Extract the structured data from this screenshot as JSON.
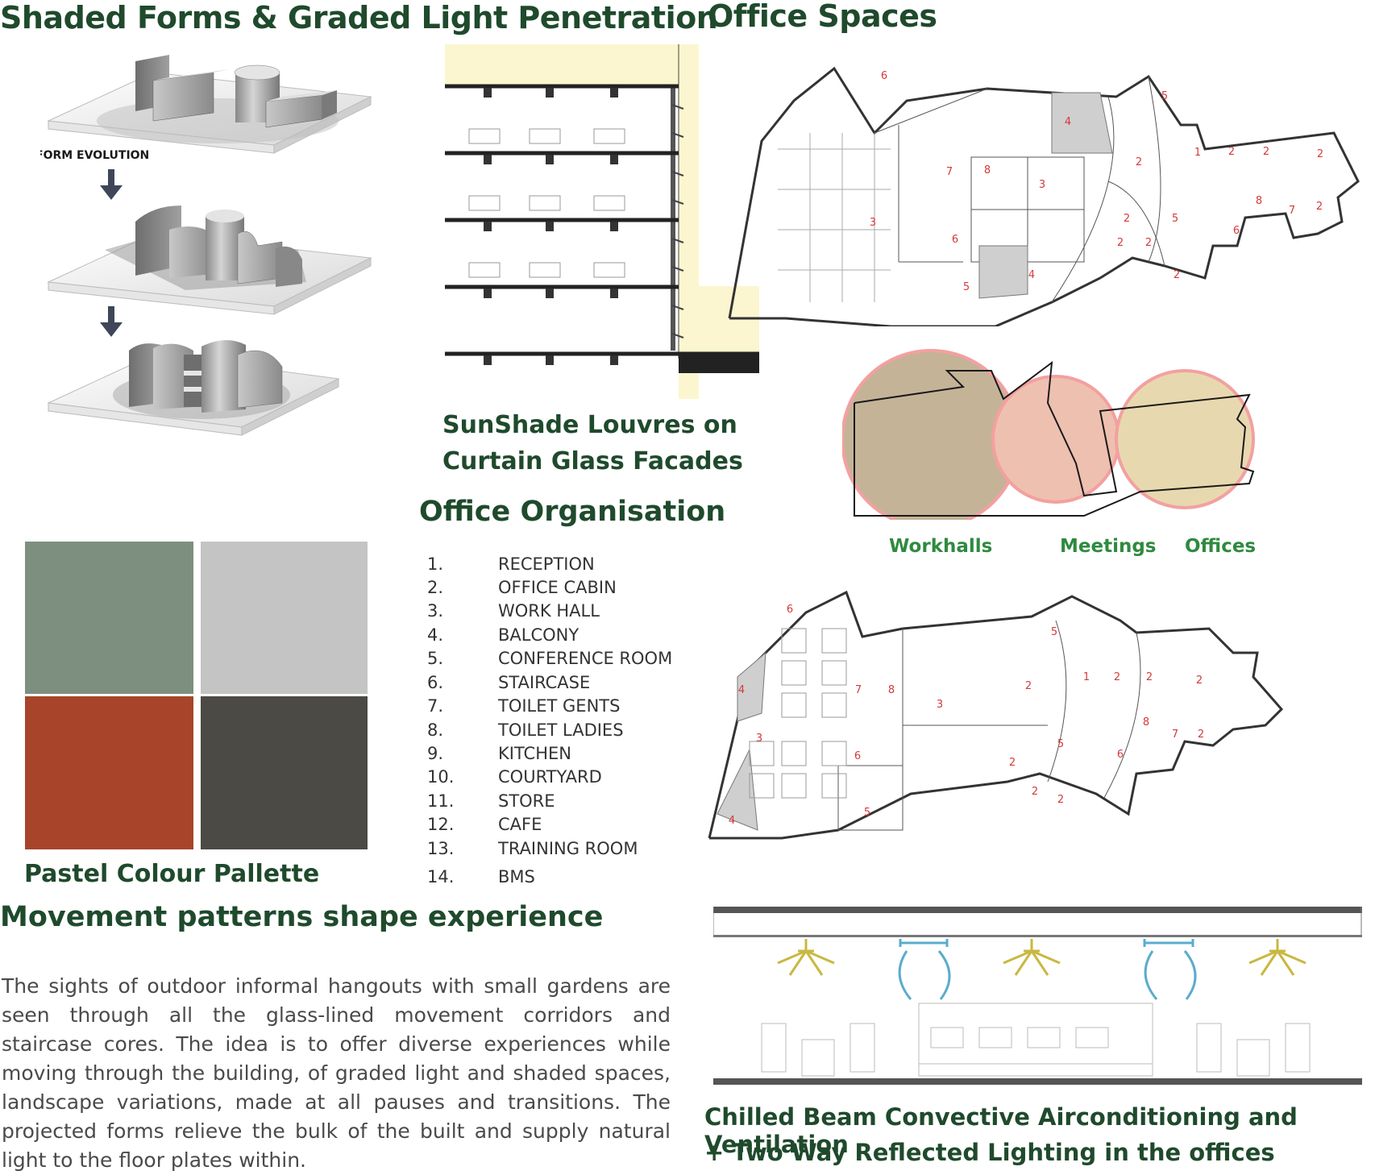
{
  "headings": {
    "shaded_forms": "Shaded Forms & Graded Light Penetration",
    "office_spaces": "Office Spaces",
    "form_evolution": "FORM EVOLUTION",
    "louvres": [
      "SunShade Louvres on",
      "Curtain Glass Facades"
    ],
    "office_org": "Office Organisation",
    "palette": "Pastel Colour Pallette",
    "movement": "Movement patterns shape experience",
    "chilled": [
      "Chilled Beam Convective Airconditioning and Ventilation",
      "+ Two Way Reflected Lighting in the offices"
    ]
  },
  "zones": [
    "Workhalls",
    "Meetings",
    "Offices"
  ],
  "org_list": [
    {
      "num": "1.",
      "label": "RECEPTION"
    },
    {
      "num": "2.",
      "label": "OFFICE CABIN"
    },
    {
      "num": "3.",
      "label": "WORK HALL"
    },
    {
      "num": "4.",
      "label": "BALCONY"
    },
    {
      "num": "5.",
      "label": "CONFERENCE ROOM"
    },
    {
      "num": "6.",
      "label": "STAIRCASE"
    },
    {
      "num": "7.",
      "label": "TOILET GENTS"
    },
    {
      "num": "8.",
      "label": "TOILET LADIES"
    },
    {
      "num": "9.",
      "label": "KITCHEN"
    },
    {
      "num": "10.",
      "label": "COURTYARD"
    },
    {
      "num": "11.",
      "label": "STORE"
    },
    {
      "num": "12.",
      "label": "CAFE"
    },
    {
      "num": "13.",
      "label": "TRAINING ROOM"
    },
    {
      "num": "14.",
      "label": "BMS"
    }
  ],
  "palette": [
    "#7d8f7e",
    "#c4c4c4",
    "#a8442a",
    "#4b4a45"
  ],
  "movement_text": "The sights of outdoor informal hangouts with small gardens are seen through all the glass-lined movement corridors and staircase cores. The idea is to offer diverse experiences while moving through the building, of graded light and shaded spaces, landscape variations, made at all pauses and transitions. The projected forms relieve the bulk of the built and supply natural light to the floor plates within.",
  "plan1_labels": [
    "6",
    "5",
    "4",
    "7",
    "8",
    "3",
    "1",
    "2",
    "2",
    "2",
    "2",
    "2",
    "8",
    "7",
    "2",
    "5",
    "6",
    "3",
    "6",
    "5",
    "4",
    "2",
    "2",
    "2"
  ],
  "plan2_labels": [
    "6",
    "4",
    "7",
    "8",
    "3",
    "5",
    "2",
    "1",
    "2",
    "2",
    "2",
    "3",
    "6",
    "8",
    "7",
    "2",
    "5",
    "6",
    "2",
    "2",
    "2",
    "5",
    "4"
  ],
  "colors": {
    "heading": "#1f4a2c",
    "zone_label": "#2f8a3f",
    "plan_label": "#d43a3a"
  }
}
